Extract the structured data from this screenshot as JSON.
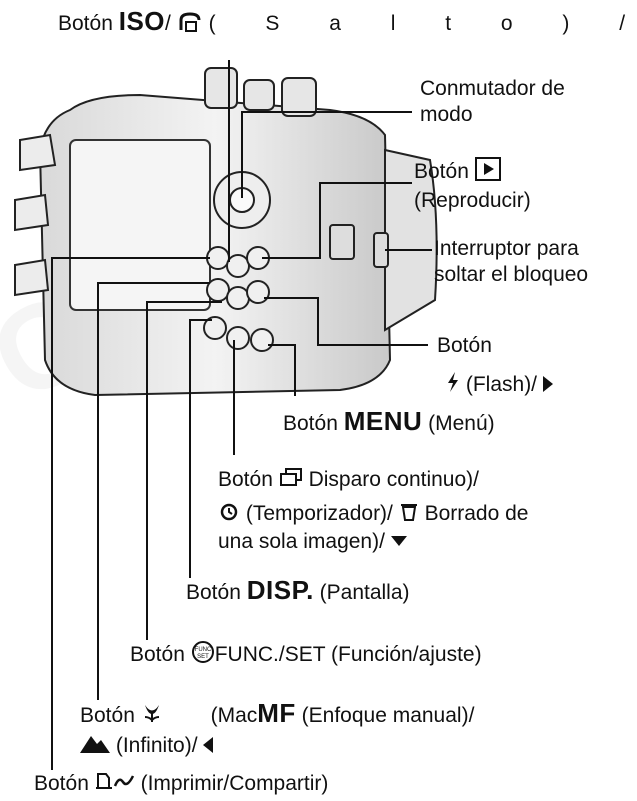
{
  "watermark": "COPY",
  "labels": {
    "iso_prefix": "Botón",
    "iso_word": "ISO",
    "iso_suffix": "/",
    "iso_rest": "( S a l t o ) /",
    "mode_switch_1": "Conmutador de",
    "mode_switch_2": "modo",
    "play_prefix": "Botón",
    "play_desc": "(Reproducir)",
    "lock_1": "Interruptor para",
    "lock_2": "soltar el bloqueo",
    "flash_1": "Botón",
    "flash_2": "(Flash)/",
    "menu_prefix": "Botón",
    "menu_word": "MENU",
    "menu_desc": "(Menú)",
    "cont_prefix": "Botón",
    "cont_desc": "Disparo continuo)/",
    "timer_desc": "(Temporizador)/",
    "erase_desc": "Borrado de",
    "erase_2": "una sola imagen)/",
    "disp_prefix": "Botón",
    "disp_word": "DISP.",
    "disp_desc": "(Pantalla)",
    "func_prefix": "Botón",
    "func_desc": "FUNC./SET (Función/ajuste)",
    "macro_prefix": "Botón",
    "macro_mid": "(Mac",
    "macro_mf": "MF",
    "macro_desc": "(Enfoque manual)/",
    "infinity_desc": "(Infinito)/",
    "print_prefix": "Botón",
    "print_desc": "(Imprimir/Compartir)"
  },
  "icons": {
    "iso": "jump-icon",
    "play": "play-icon",
    "flash": "flash-icon",
    "right": "right-arrow-icon",
    "continuous": "continuous-shooting-icon",
    "timer": "self-timer-icon",
    "erase": "trash-icon",
    "down": "down-arrow-icon",
    "func": "func-set-icon",
    "macro": "macro-icon",
    "infinity": "mountain-icon",
    "left": "left-arrow-icon",
    "print": "print-share-icon"
  }
}
